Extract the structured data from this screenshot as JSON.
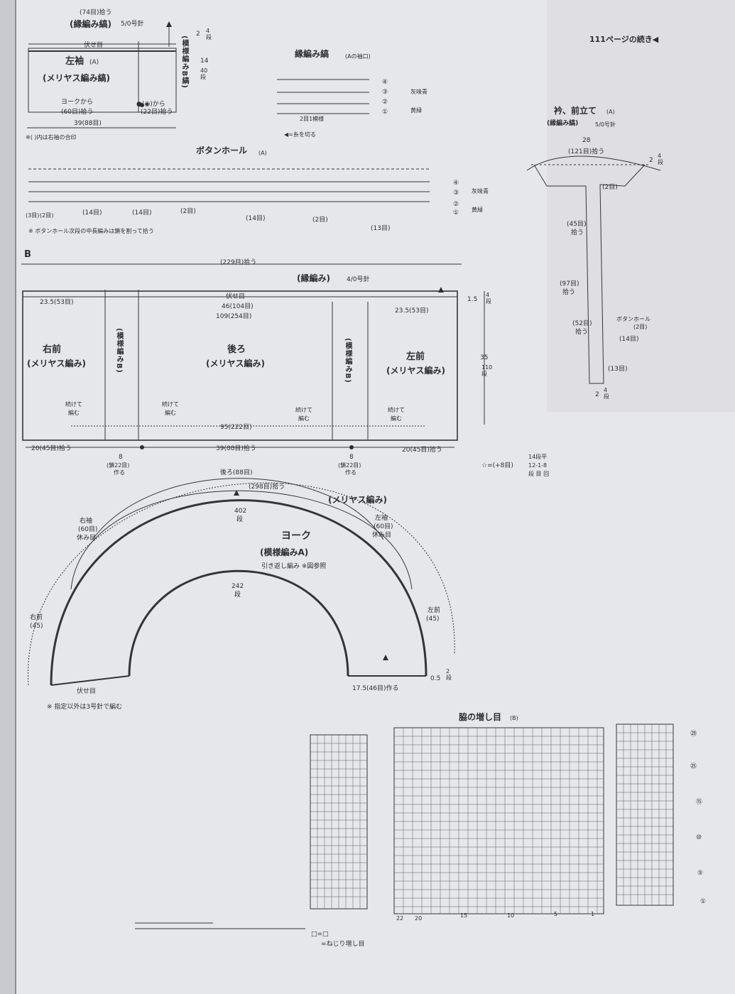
{
  "header": {
    "continued": "111ページの続き◀"
  },
  "left_sleeve": {
    "pick_up": "(74目)拾う",
    "edge_label": "(縁編み縞)",
    "edge_needle": "5/0号針",
    "bind_off": "伏せ目",
    "title": "左袖",
    "variant": "(A)",
    "stitch": "(メリヤス編み縞)",
    "pattern_b": "(模様編みB縞)",
    "from_yoke_1": "ヨークから",
    "from_yoke_2": "(60目)拾う",
    "from_mark_1": "●(◉)から",
    "from_mark_2": "(22目)拾う",
    "width": "39(88目)",
    "rows_top": "2",
    "rows_top_2": "4段",
    "rows_main": "14",
    "rows_main_2": "40段",
    "note": "※( )内は右袖の合印"
  },
  "edge_stripe": {
    "title": "縁編み縞",
    "variant": "(Aの袖口)",
    "row4": "④",
    "row3": "③",
    "row2": "②",
    "row1": "①",
    "color1": "灰味青",
    "color2": "黄緑",
    "repeat": "2目1模様",
    "cut": "◀=糸を切る"
  },
  "buttonhole": {
    "title": "ボタンホール",
    "variant": "(A)",
    "c1": "(3目)",
    "c2": "(2目)",
    "c3": "(14目)",
    "c4": "(14目)",
    "c5": "(2目)",
    "c6": "(14目)",
    "c7": "(2目)",
    "c8": "(13目)",
    "color1": "灰味青",
    "color2": "黄緑",
    "row4": "④",
    "row3": "③",
    "row2": "②",
    "row1": "①",
    "note": "※ ボタンホール次段の中長編みは鎖を割って拾う"
  },
  "collar": {
    "title": "衿、前立て",
    "variant": "(A)",
    "subtitle": "(縁編み縞)",
    "needle": "5/0号針",
    "width": "28",
    "pick_up": "(121目)拾う",
    "rows_top": "2",
    "rows_top_2": "4段",
    "c1": "(2目)",
    "c2": "(45目)",
    "c2b": "拾う",
    "c3": "(97目)",
    "c3b": "拾う",
    "c4": "(52目)",
    "c4b": "拾う",
    "buttonhole": "ボタンホール",
    "buttonhole_2": "(2目)",
    "c5": "(14目)",
    "c6": "(13目)",
    "rows_bottom": "2",
    "rows_bottom_2": "4段"
  },
  "body": {
    "label": "B",
    "pick_up": "(229目)拾う",
    "edge": "(縁編み)",
    "edge_needle": "4/0号針",
    "left_top": "23.5(53目)",
    "right_top": "23.5(53目)",
    "bind_off": "伏せ目",
    "back_top": "46(104目)",
    "total_top": "109(254目)",
    "rows_edge": "1.5",
    "rows_edge_2": "4段",
    "height": "35",
    "height_2": "110段",
    "right_front": "右前",
    "right_front_st": "(メリヤス編み)",
    "back": "後ろ",
    "back_st": "(メリヤス編み)",
    "left_front": "左前",
    "left_front_st": "(メリヤス編み)",
    "pattern_b": "(模様編みB)",
    "continue_1": "続けて",
    "continue_2": "編む",
    "bottom_width": "95(222目)",
    "right_pick": "20(45目)拾う",
    "center_pick": "39(88目)拾う",
    "left_pick": "20(45目)拾う",
    "ch_num": "8",
    "ch_make": "(鎖22目)",
    "ch_make_2": "作る",
    "star_note": "☆=(+8目)",
    "inc_1": "14段平",
    "inc_2": "12-1-8",
    "inc_3": "段 目 回"
  },
  "yoke": {
    "back_label": "後ろ(88目)",
    "pick_up": "(298目)拾う",
    "stitch_label": "(メリヤス編み)",
    "outer_rows": "402",
    "outer_rows_2": "段",
    "title": "ヨーク",
    "pattern": "(模様編みA)",
    "short_rows": "引き返し編み ※図参照",
    "right_sleeve": "右袖",
    "right_sleeve_2": "(60目)",
    "right_sleeve_3": "休み目",
    "left_sleeve": "左袖",
    "left_sleeve_2": "(60目)",
    "left_sleeve_3": "休み目",
    "inner_rows": "242",
    "inner_rows_2": "段",
    "right_front": "右前",
    "right_front_2": "(45)",
    "left_front": "左前",
    "left_front_2": "(45)",
    "bind_off": "伏せ目",
    "make_ch": "17.5(46目)作る",
    "edge_rows": "0.5",
    "edge_rows_2": "2段",
    "needle_note": "※ 指定以外は3号針で編む"
  },
  "chart": {
    "title": "脇の増し目",
    "variant": "(B)",
    "rows": [
      "㉙",
      "㉕",
      "⑮",
      "⑩",
      "⑤",
      "①"
    ],
    "cols": [
      "22",
      "20",
      "15",
      "10",
      "5",
      "1"
    ],
    "legend1": "□=□",
    "legend2": "=ねじり増し目"
  }
}
